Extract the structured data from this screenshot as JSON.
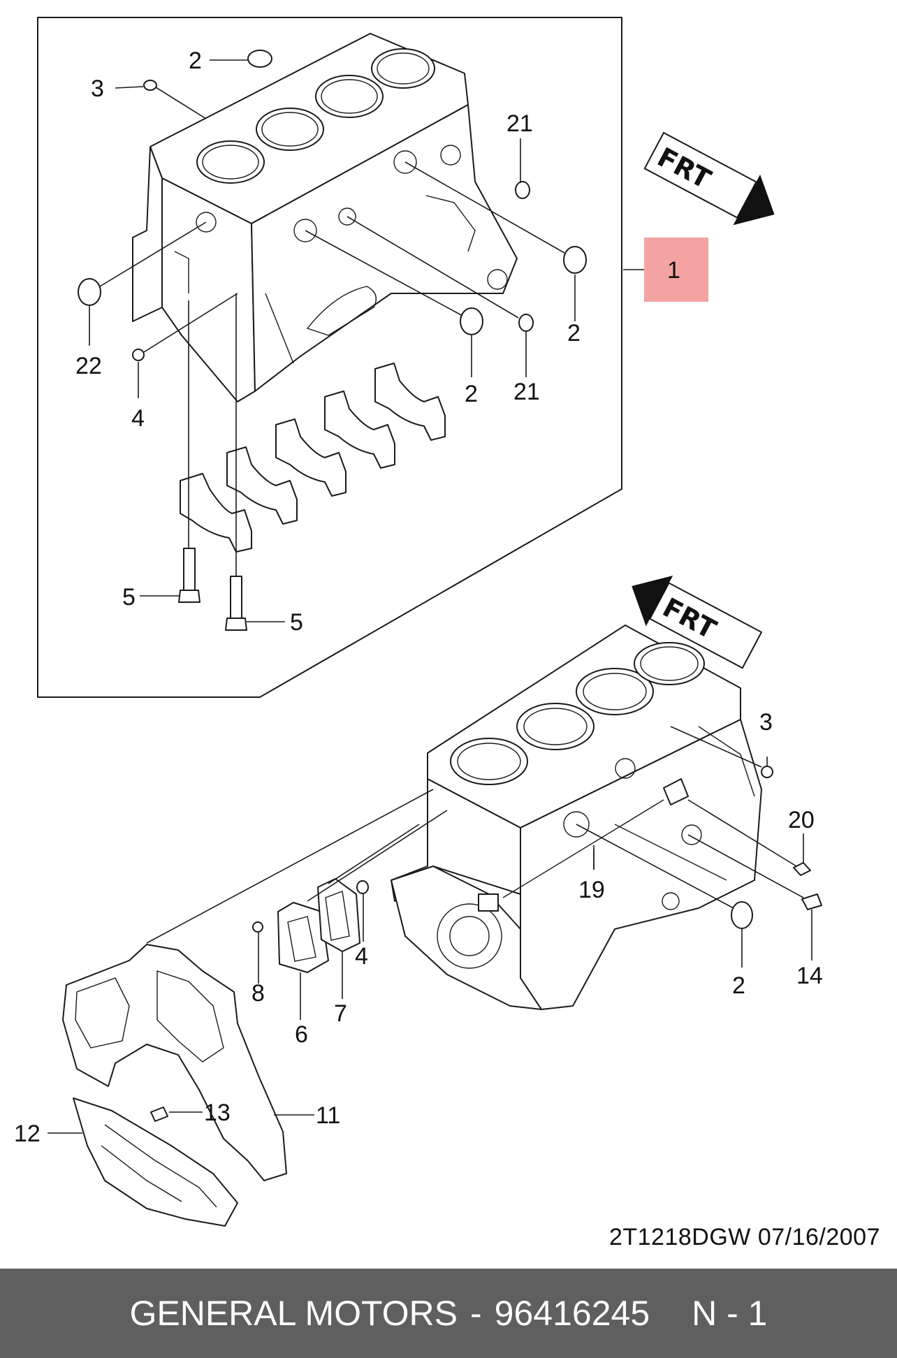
{
  "diagram": {
    "callouts": {
      "c2a": "2",
      "c3a": "3",
      "c21a": "21",
      "c1": "1",
      "c22": "22",
      "c4a": "4",
      "c2b": "2",
      "c21b": "21",
      "c2c": "2",
      "c5a": "5",
      "c5b": "5",
      "c3b": "3",
      "c20": "20",
      "c19": "19",
      "c4b": "4",
      "c14": "14",
      "c2d": "2",
      "c8": "8",
      "c6": "6",
      "c7": "7",
      "c13": "13",
      "c11": "11",
      "c12": "12"
    },
    "direction_arrows": [
      "FRT",
      "FRT"
    ],
    "highlight_color": "#f4a3a3",
    "drawing_code": "2T1218DGW  07/16/2007"
  },
  "footer": {
    "brand": "GENERAL MOTORS",
    "dash": "-",
    "part_number": "96416245",
    "sheet": "N - 1",
    "background": "#5f5f60"
  }
}
